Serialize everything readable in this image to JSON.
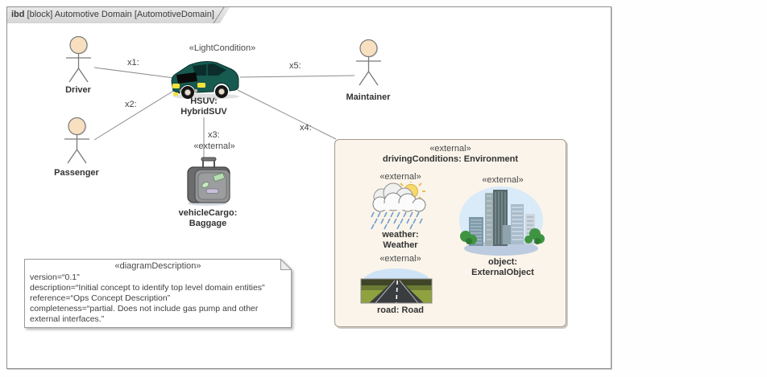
{
  "window": {
    "tab_bold": "ibd",
    "tab_rest": " [block] Automotive Domain [AutomotiveDomain]"
  },
  "actors": {
    "driver": {
      "label": "Driver"
    },
    "passenger": {
      "label": "Passenger"
    },
    "maintainer": {
      "label": "Maintainer"
    }
  },
  "hsuv": {
    "stereotype": "«LightCondition»",
    "name1": "HSUV:",
    "name2": "HybridSUV"
  },
  "cargo": {
    "stereotype": "«external»",
    "name1": "vehicleCargo:",
    "name2": "Baggage"
  },
  "connectors": {
    "x1": "x1:",
    "x2": "x2:",
    "x3": "x3:",
    "x4": "x4:",
    "x5": "x5:"
  },
  "environment": {
    "stereotype": "«external»",
    "name": "drivingConditions: Environment",
    "weather": {
      "stereotype": "«external»",
      "name1": "weather:",
      "name2": "Weather",
      "icon": "weather-icon"
    },
    "object": {
      "stereotype": "«external»",
      "name1": "object:",
      "name2": "ExternalObject",
      "icon": "buildings-icon"
    },
    "road": {
      "stereotype": "«external»",
      "name": "road: Road",
      "icon": "road-icon"
    }
  },
  "note": {
    "stereotype": "«diagramDescription»",
    "lines": [
      "version=“0.1\"",
      "description=“Initial concept to identify top level domain entities\"",
      "reference=“Ops Concept Description”",
      "completeness=“partial. Does not include gas pump and other",
      "external interfaces.”"
    ]
  },
  "colors": {
    "car_body": "#175a50",
    "actor_head": "#f8dfc0",
    "env_fill": "#faf4ea",
    "connector_line": "#8c8c8c",
    "headlight": "#f2e23a",
    "rain": "#6f9fcc",
    "grass": "#8fa23f",
    "sky": "#cfe3f7"
  }
}
